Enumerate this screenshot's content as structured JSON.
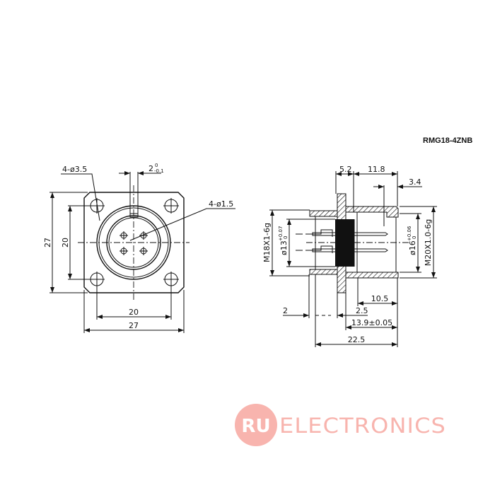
{
  "title": "RMG18-4ZNB",
  "front_view": {
    "mount_holes_label": "4-ø3.5",
    "pin_holes_label": "4-ø1.5",
    "key_width_label": "2",
    "key_tol_upper": "0",
    "key_tol_lower": "-0.1",
    "height_outer": "27",
    "height_hole_spacing": "20",
    "width_hole_spacing": "20",
    "width_outer": "27"
  },
  "side_view": {
    "dim_flange": "5.2",
    "dim_body": "11.8",
    "dim_lip": "3.4",
    "thread_rear": "M18X1-6g",
    "dia_rear": "ø13",
    "dia_rear_tol_upper": "+0.07",
    "dia_rear_tol_lower": "0",
    "dia_front": "ø16",
    "dia_front_tol_upper": "+0.06",
    "dia_front_tol_lower": "0",
    "thread_front": "M20X1.0-6g",
    "dim_front_depth": "10.5",
    "dim_nut": "2",
    "dim_flange_thk": "2.5",
    "dim_body_len": "13.9±0.05",
    "dim_total": "22.5"
  },
  "watermark": {
    "badge": "RU",
    "text": "ELECTRONICS",
    "color": "#f8b4ae"
  }
}
